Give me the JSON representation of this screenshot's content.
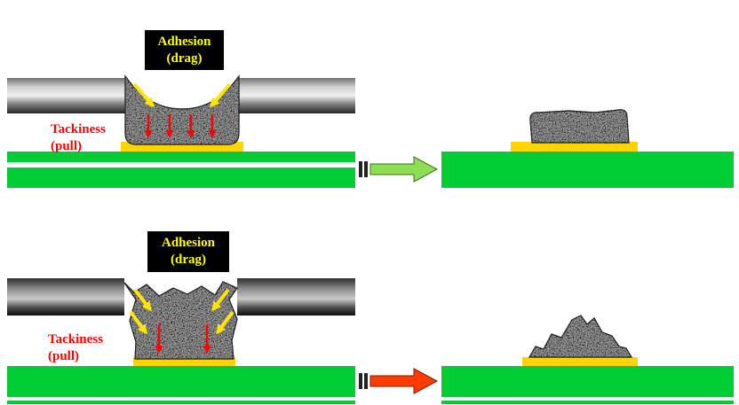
{
  "colors": {
    "board_green": "#00CC33",
    "pad_gold": "#FFD400",
    "adhesion_text": "#FFFF00",
    "adhesion_bg": "#000000",
    "tackiness_text": "#FF0000",
    "drag_arrow_yellow": "#FFE600",
    "pull_arrow_red": "#FF0000",
    "good_release_arrow": "#8CDE54",
    "poor_release_arrow": "#FF3C00"
  },
  "top_panel": {
    "adhesion": {
      "line1": "Adhesion",
      "line2": "(drag)"
    },
    "tackiness": {
      "line1": "Tackiness",
      "line2": "(pull)"
    }
  },
  "bottom_panel": {
    "adhesion": {
      "line1": "Adhesion",
      "line2": "(drag)"
    },
    "tackiness": {
      "line1": "Tackiness",
      "line2": "(pull)"
    }
  }
}
